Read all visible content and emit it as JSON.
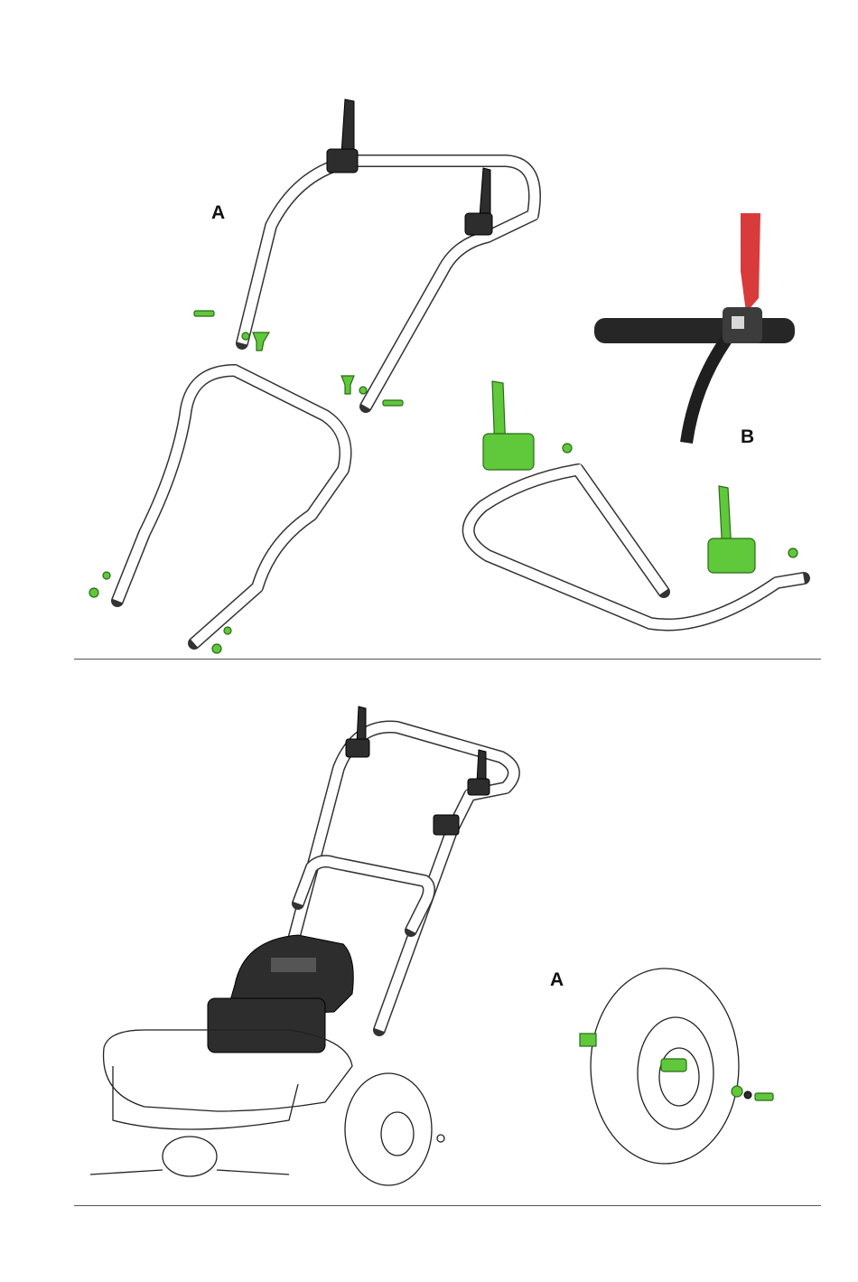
{
  "figure1": {
    "label_a": "A",
    "label_b": "B"
  },
  "figure2": {
    "label_a": "A"
  },
  "colors": {
    "highlight": "#5fc83b",
    "lever_red": "#d93a3a",
    "rule": "#555555"
  }
}
